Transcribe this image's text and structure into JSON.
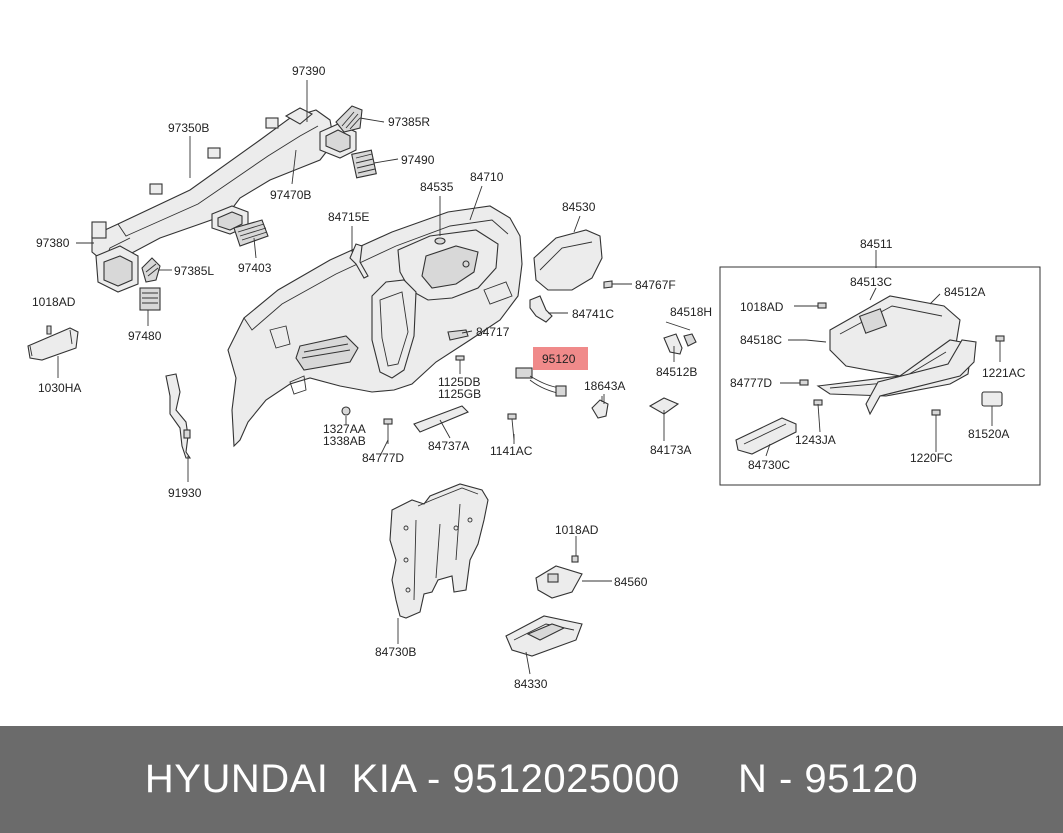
{
  "labels": {
    "p97390": "97390",
    "p97350B": "97350B",
    "p97385R": "97385R",
    "p97490": "97490",
    "p97470B": "97470B",
    "p97380": "97380",
    "p97385L": "97385L",
    "p97403": "97403",
    "p97480": "97480",
    "p1018AD_a": "1018AD",
    "p1030HA": "1030HA",
    "p91930": "91930",
    "p84535": "84535",
    "p84710": "84710",
    "p84715E": "84715E",
    "p84530": "84530",
    "p84767F": "84767F",
    "p84741C": "84741C",
    "p84717": "84717",
    "p95120": "95120",
    "p1125DB": "1125DB",
    "p1125GB": "1125GB",
    "p18643A": "18643A",
    "p84518H": "84518H",
    "p84512B": "84512B",
    "p84173A": "84173A",
    "p1327AA": "1327AA",
    "p1338AB": "1338AB",
    "p84777D_a": "84777D",
    "p84737A": "84737A",
    "p1141AC": "1141AC",
    "p84511": "84511",
    "p84513C": "84513C",
    "p1018AD_b": "1018AD",
    "p84512A": "84512A",
    "p84518C": "84518C",
    "p1221AC": "1221AC",
    "p84777D_b": "84777D",
    "p1243JA": "1243JA",
    "p81520A": "81520A",
    "p84730C": "84730C",
    "p1220FC": "1220FC",
    "p1018AD_c": "1018AD",
    "p84560": "84560",
    "p84730B": "84730B",
    "p84330": "84330"
  },
  "highlight": {
    "part": "95120",
    "color": "#f08a8a"
  },
  "footer": {
    "text": "HYUNDAI  KIA - 9512025000     N - 95120",
    "background": "#6b6b6b",
    "color": "#ffffff"
  }
}
